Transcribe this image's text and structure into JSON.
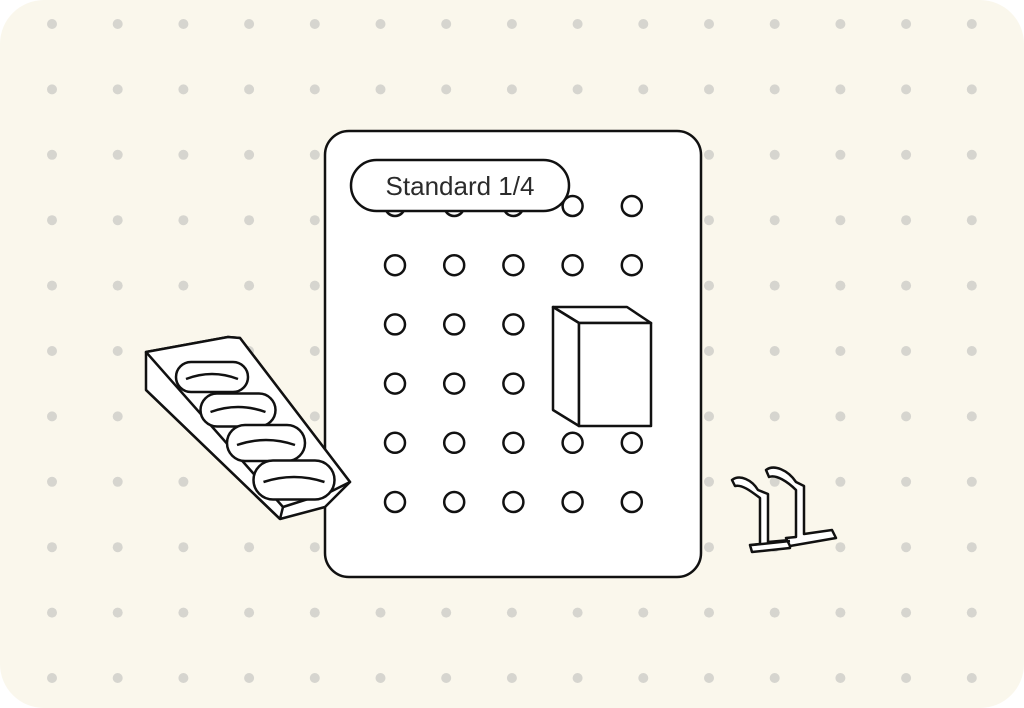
{
  "illustration": {
    "background_color": "#faf7ec",
    "dot_color": "#d6d5cf",
    "line_color": "#111111",
    "pegboard": {
      "label": "Standard 1/4",
      "hole_rows": 6,
      "hole_columns": 5
    },
    "accessories": [
      "angled-bin-tray",
      "cup-holder-box",
      "double-hook"
    ]
  }
}
